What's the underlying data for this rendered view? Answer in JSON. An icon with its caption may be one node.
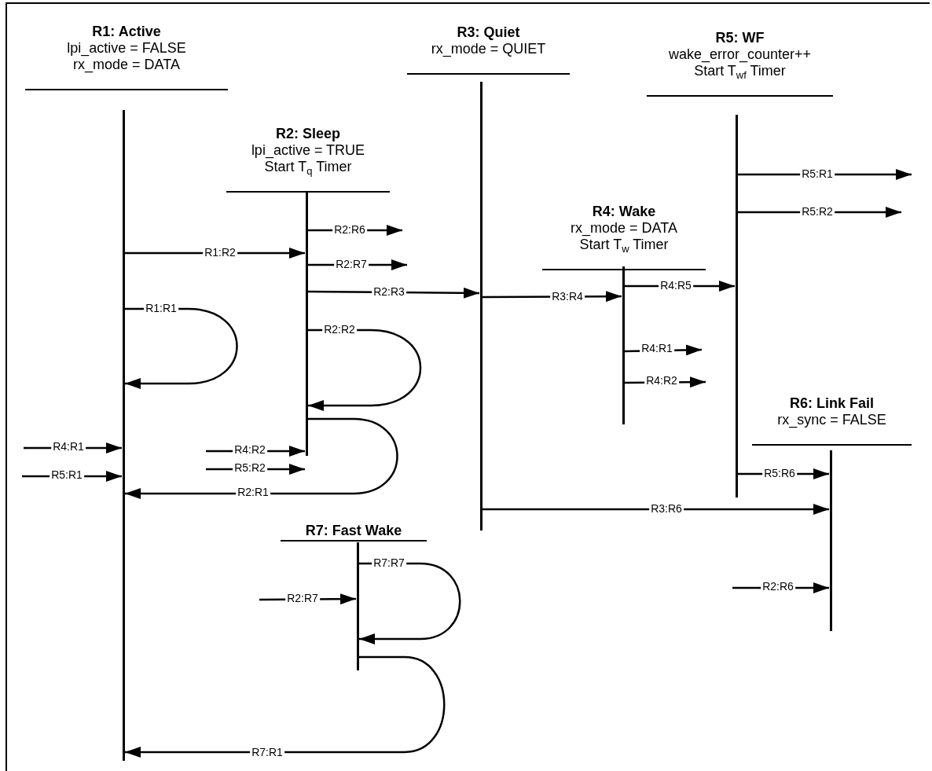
{
  "diagram": {
    "nodes": [
      {
        "text": [
          "R1: Active",
          "lpi_active = FALSE",
          "rx_mode = DATA"
        ]
      },
      {
        "text": [
          "R2: Sleep",
          "lpi_active = TRUE",
          "Start T$_{q}$ Timer"
        ]
      },
      {
        "text": [
          "R3: Quiet",
          "rx_mode = QUIET"
        ]
      },
      {
        "text": [
          "R4: Wake",
          "rx_mode = DATA",
          "Start T$_{w}$ Timer"
        ]
      },
      {
        "text": [
          "R5: WF",
          "wake_error_counter++",
          "Start T$_{wf}$ Timer"
        ]
      },
      {
        "text": [
          "R6: Link Fail",
          "rx_sync = FALSE"
        ]
      },
      {
        "text": [
          "R7: Fast Wake"
        ]
      }
    ],
    "edges": [
      {
        "from": 0,
        "to": 1,
        "arrow": "to",
        "label": "R1:R2"
      },
      {
        "from": 1,
        "to": null,
        "arrow": "to",
        "label": "R2:R6"
      },
      {
        "from": 1,
        "to": null,
        "arrow": "to",
        "label": "R2:R7"
      },
      {
        "from": 1,
        "to": 2,
        "arrow": "to",
        "label": "R2:R3"
      },
      {
        "from": 0,
        "to": 0,
        "arrow": "to",
        "label": "R1:R1"
      },
      {
        "from": 1,
        "to": 1,
        "arrow": "to",
        "label": "R2:R2"
      },
      {
        "from": null,
        "to": 0,
        "arrow": "to",
        "label": "R4:R1"
      },
      {
        "from": null,
        "to": 0,
        "arrow": "to",
        "label": "R5:R1"
      },
      {
        "from": null,
        "to": 1,
        "arrow": "to",
        "label": "R4:R2"
      },
      {
        "from": null,
        "to": 1,
        "arrow": "to",
        "label": "R5:R2"
      },
      {
        "from": 1,
        "to": 0,
        "arrow": "to",
        "label": "R2:R1"
      },
      {
        "from": 2,
        "to": 3,
        "arrow": "to",
        "label": "R3:R4"
      },
      {
        "from": 3,
        "to": 4,
        "arrow": "to",
        "label": "R4:R5"
      },
      {
        "from": 3,
        "to": null,
        "arrow": "to",
        "label": "R4:R1"
      },
      {
        "from": 3,
        "to": null,
        "arrow": "to",
        "label": "R4:R2"
      },
      {
        "from": 4,
        "to": null,
        "arrow": "to",
        "label": "R5:R1"
      },
      {
        "from": 4,
        "to": null,
        "arrow": "to",
        "label": "R5:R2"
      },
      {
        "from": 4,
        "to": 5,
        "arrow": "to",
        "label": "R5:R6"
      },
      {
        "from": 2,
        "to": 5,
        "arrow": "to",
        "label": "R3:R6"
      },
      {
        "from": null,
        "to": 5,
        "arrow": "to",
        "label": "R2:R6"
      },
      {
        "from": null,
        "to": 6,
        "arrow": "to",
        "label": "R2:R7"
      },
      {
        "from": 6,
        "to": 6,
        "arrow": "to",
        "label": "R7:R7"
      },
      {
        "from": 6,
        "to": 0,
        "arrow": "to",
        "label": "R7:R1"
      }
    ]
  }
}
